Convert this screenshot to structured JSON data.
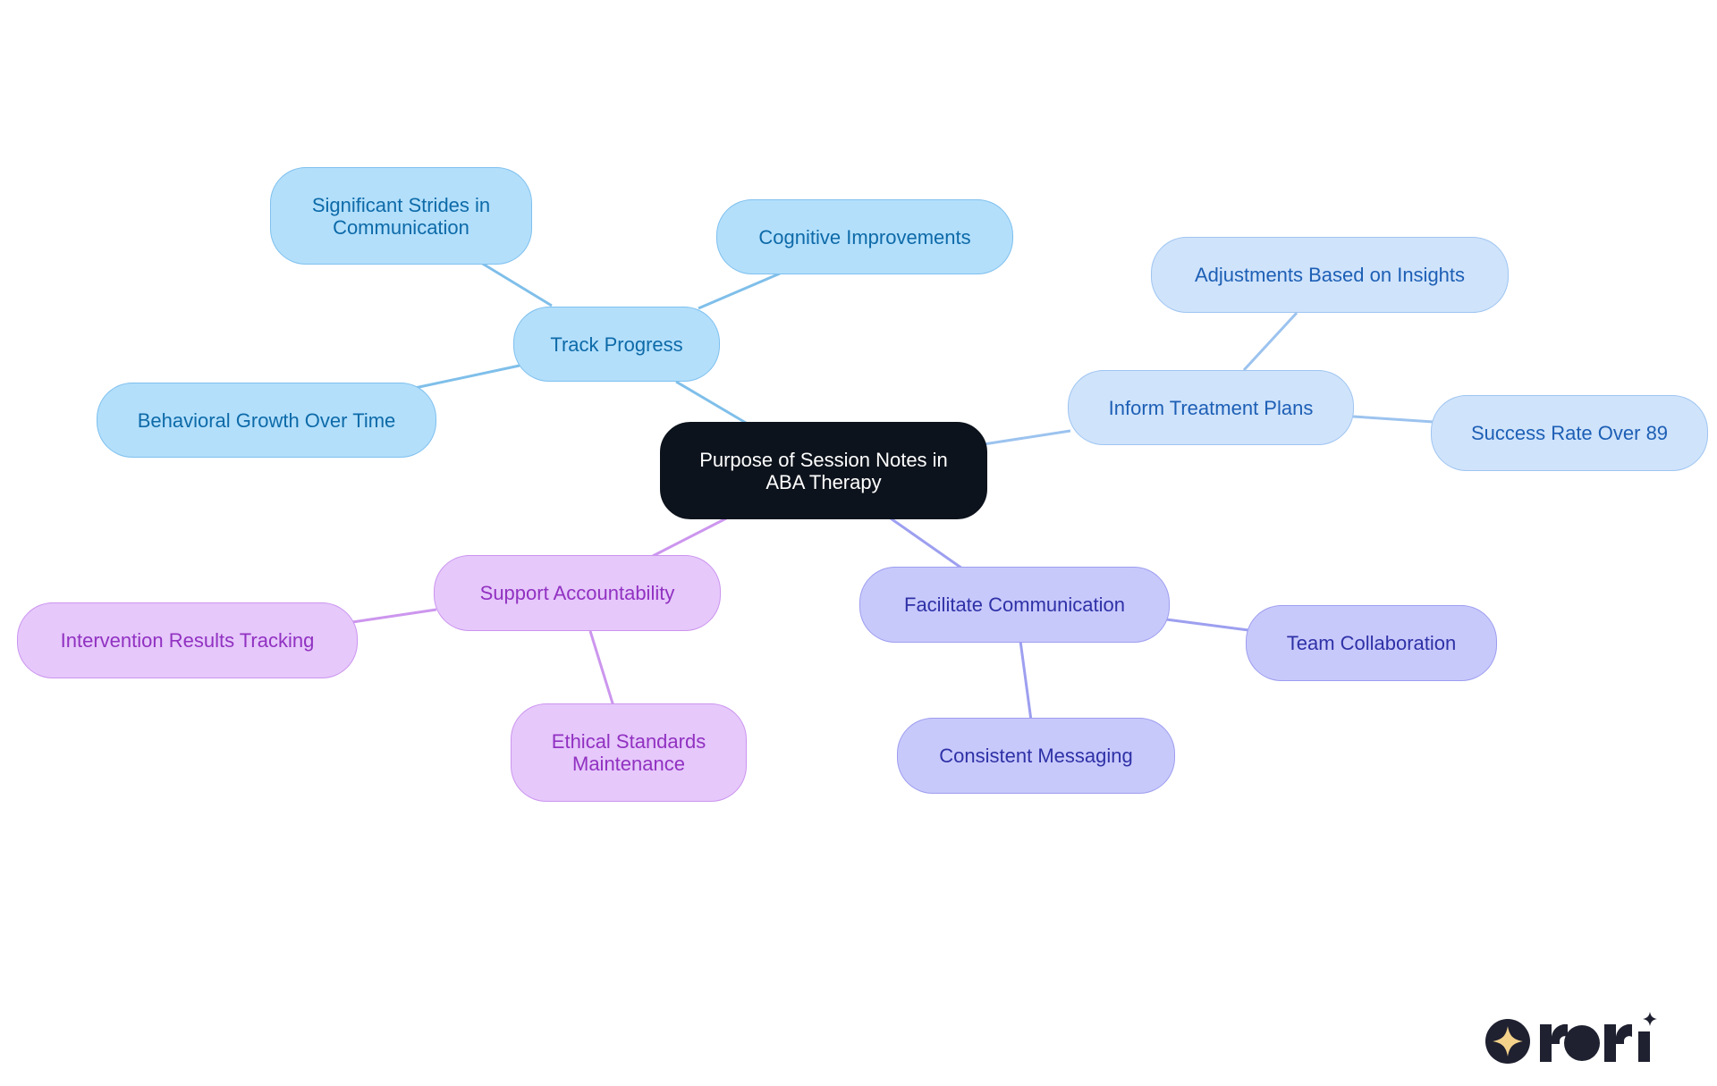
{
  "mindmap": {
    "root": "Purpose of Session Notes in\nABA Therapy",
    "branches": [
      {
        "id": "track",
        "label": "Track Progress",
        "color": "#7fbfea",
        "children": [
          {
            "id": "strides",
            "label": "Significant Strides in\nCommunication"
          },
          {
            "id": "cognitive",
            "label": "Cognitive Improvements"
          },
          {
            "id": "behavioral",
            "label": "Behavioral Growth Over Time"
          }
        ]
      },
      {
        "id": "inform",
        "label": "Inform Treatment Plans",
        "color": "#9cc3ef",
        "children": [
          {
            "id": "adjust",
            "label": "Adjustments Based on Insights"
          },
          {
            "id": "success",
            "label": "Success Rate Over 89"
          }
        ]
      },
      {
        "id": "facilitate",
        "label": "Facilitate Communication",
        "color": "#9d9ff0",
        "children": [
          {
            "id": "team",
            "label": "Team Collaboration"
          },
          {
            "id": "consistent",
            "label": "Consistent Messaging"
          }
        ]
      },
      {
        "id": "support",
        "label": "Support Accountability",
        "color": "#cc96ee",
        "children": [
          {
            "id": "intervention",
            "label": "Intervention Results Tracking"
          },
          {
            "id": "ethical",
            "label": "Ethical Standards\nMaintenance"
          }
        ]
      }
    ]
  },
  "logo": {
    "text": "rori",
    "mark_color": "#f4d28a",
    "ink_color": "#1f2030"
  }
}
